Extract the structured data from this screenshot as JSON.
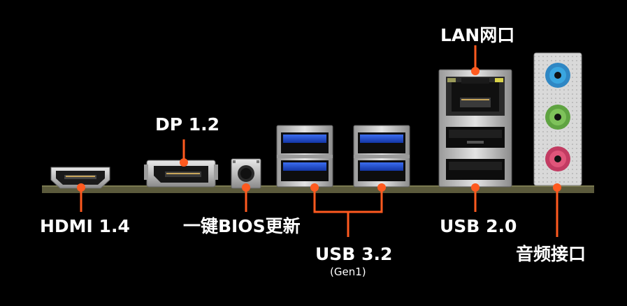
{
  "labels": {
    "hdmi": "HDMI 1.4",
    "dp": "DP 1.2",
    "bios": "一键BIOS更新",
    "usb32": "USB 3.2",
    "usb32_sub": "(Gen1)",
    "lan": "LAN网口",
    "usb20": "USB 2.0",
    "audio": "音频接口"
  },
  "colors": {
    "background": "#000000",
    "accent": "#ff5a1f",
    "pcb": "#5b5a3c",
    "usb3_blue": "#1c4fc9",
    "audio_blue": "#3aa6e0",
    "audio_green": "#7ec25a",
    "audio_pink": "#e0557a"
  }
}
